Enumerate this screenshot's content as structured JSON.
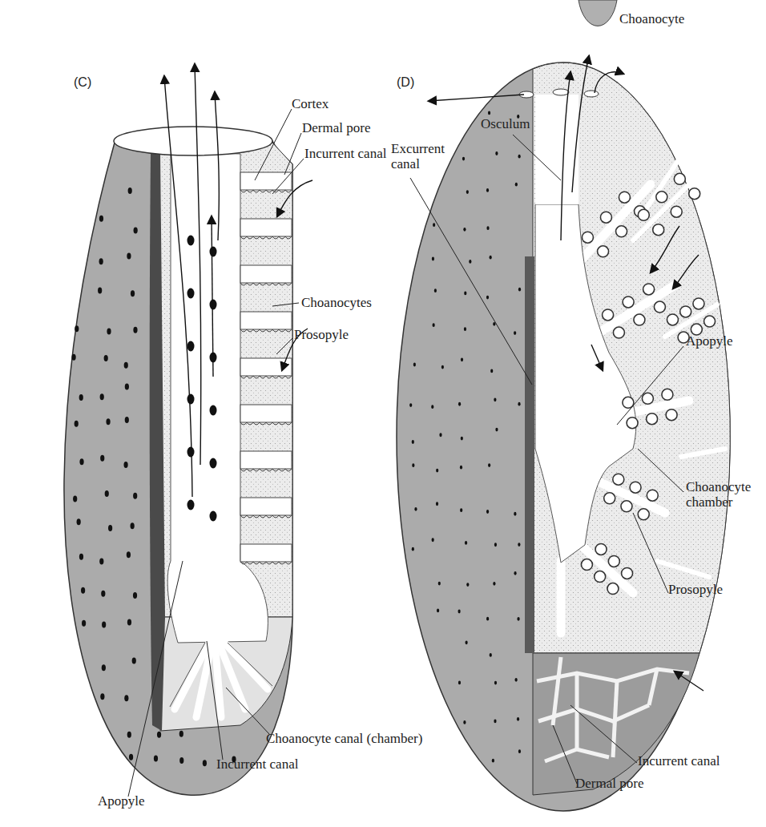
{
  "diagram": {
    "labels": [
      "Choanocyte",
      "(C)",
      "Cortex",
      "Dermal pore",
      "Incurrent canal",
      "Choanocytes",
      "Prosopyle",
      "Choanocyte canal (chamber)",
      "Incurrent canal",
      "Apopyle",
      "(D)",
      "Osculum",
      "Excurrent canal",
      "Apopyle",
      "Choanocyte chamber",
      "Prosopyle",
      "Incurrent canal",
      "Dermal pore"
    ]
  }
}
